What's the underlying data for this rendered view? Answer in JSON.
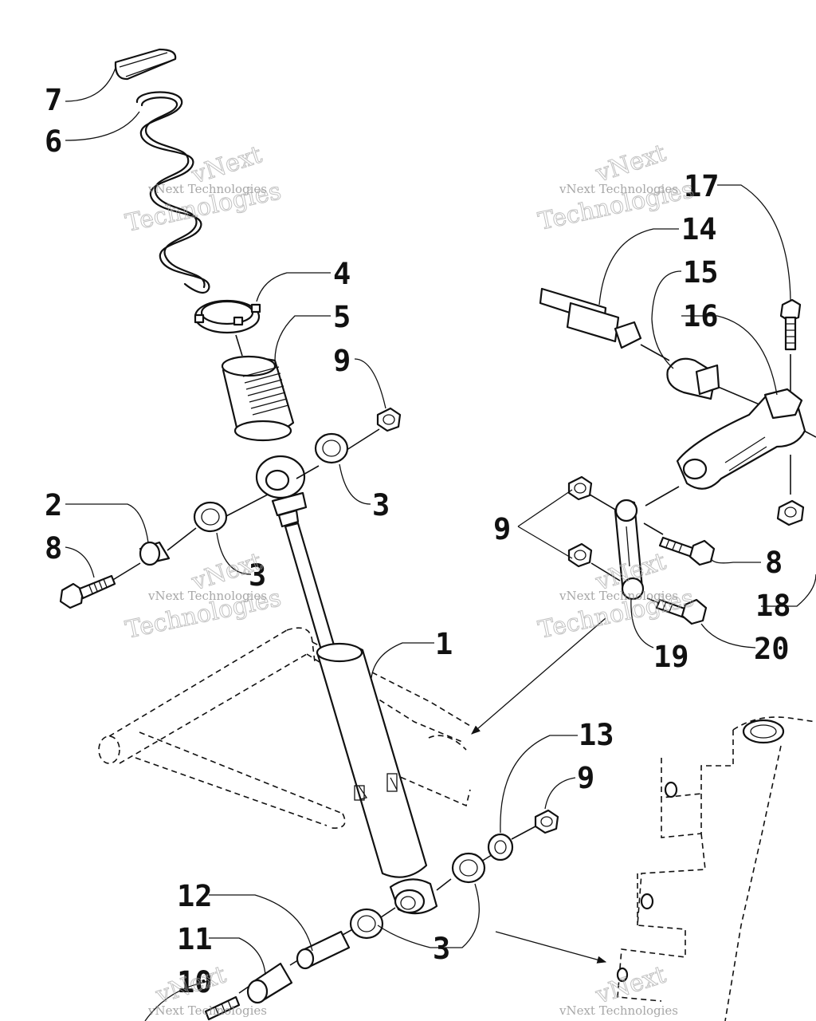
{
  "callouts": {
    "c1": "1",
    "c2": "2",
    "c3a": "3",
    "c3b": "3",
    "c3c": "3",
    "c4": "4",
    "c5": "5",
    "c6": "6",
    "c7": "7",
    "c8a": "8",
    "c8b": "8",
    "c9a": "9",
    "c9b": "9",
    "c9c": "9",
    "c10": "10",
    "c11": "11",
    "c12": "12",
    "c13": "13",
    "c14": "14",
    "c15": "15",
    "c16": "16",
    "c17": "17",
    "c18": "18",
    "c19": "19",
    "c20": "20"
  },
  "watermark": {
    "line1": "vNext Technologies",
    "line2": "Technologies",
    "line3": "vNext"
  },
  "colors": {
    "ink": "#111111",
    "paper": "#ffffff",
    "watermark": "#a8a8a8"
  }
}
